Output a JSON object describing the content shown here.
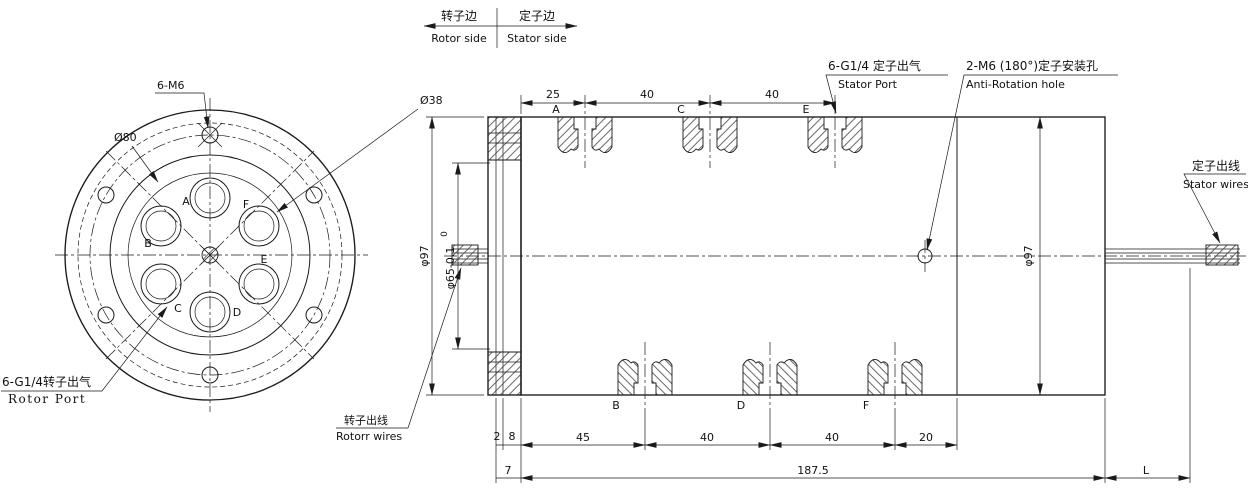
{
  "header": {
    "rotor_side_cn": "转子边",
    "rotor_side_en": "Rotor side",
    "stator_side_cn": "定子边",
    "stator_side_en": "Stator side"
  },
  "ports": {
    "a": "A",
    "b": "B",
    "c": "C",
    "d": "D",
    "e": "E",
    "f": "F"
  },
  "front_view": {
    "bolt_label": "6-M6",
    "bolt_circle_dia": "Ø80",
    "port_circle_dia": "Ø38",
    "rotor_port_cn": "6-G1/4转子出气",
    "rotor_port_en": "Rotor Port"
  },
  "side_view": {
    "stator_port_cn": "6-G1/4 定子出气",
    "stator_port_en": "Stator Port",
    "anti_rotation_cn": "2-M6 (180°)定子安装孔",
    "anti_rotation_en": "Anti-Rotation hole",
    "stator_wires_cn": "定子出线",
    "stator_wires_en": "Stator wires",
    "rotor_wires_cn": "转子出线",
    "rotor_wires_en": "Rotorr wires",
    "dims": {
      "top_1": "25",
      "top_2": "40",
      "top_3": "40",
      "flange_step": "2",
      "flange_thickness": "8",
      "bottom_1": "45",
      "bottom_2": "40",
      "bottom_3": "40",
      "bottom_4": "20",
      "offset_7": "7",
      "total": "187.5",
      "lead_length": "L",
      "dia_outer_left": "φ97",
      "dia_inner": "φ65-0.1",
      "dia_inner_tol_upper": "0",
      "dia_outer_right": "φ97"
    }
  },
  "colors": {
    "line": "#1a1a1a",
    "background": "#ffffff"
  }
}
